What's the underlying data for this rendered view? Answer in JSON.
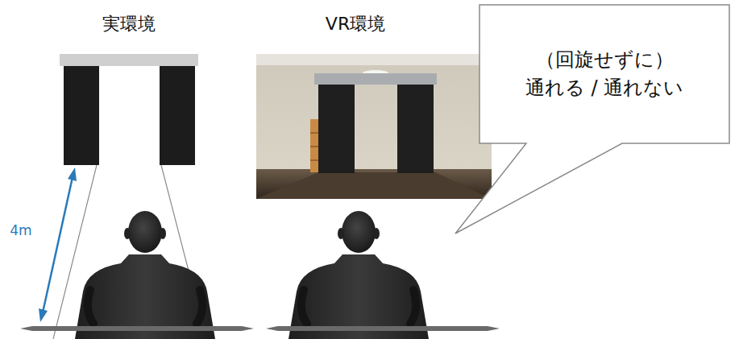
{
  "diagram": {
    "nodes": [
      {
        "text": [
          "（回旋せずに） 通れる / 通れない"
        ]
      }
    ],
    "labels": [
      "実環境",
      "VR環境",
      "4m"
    ]
  }
}
